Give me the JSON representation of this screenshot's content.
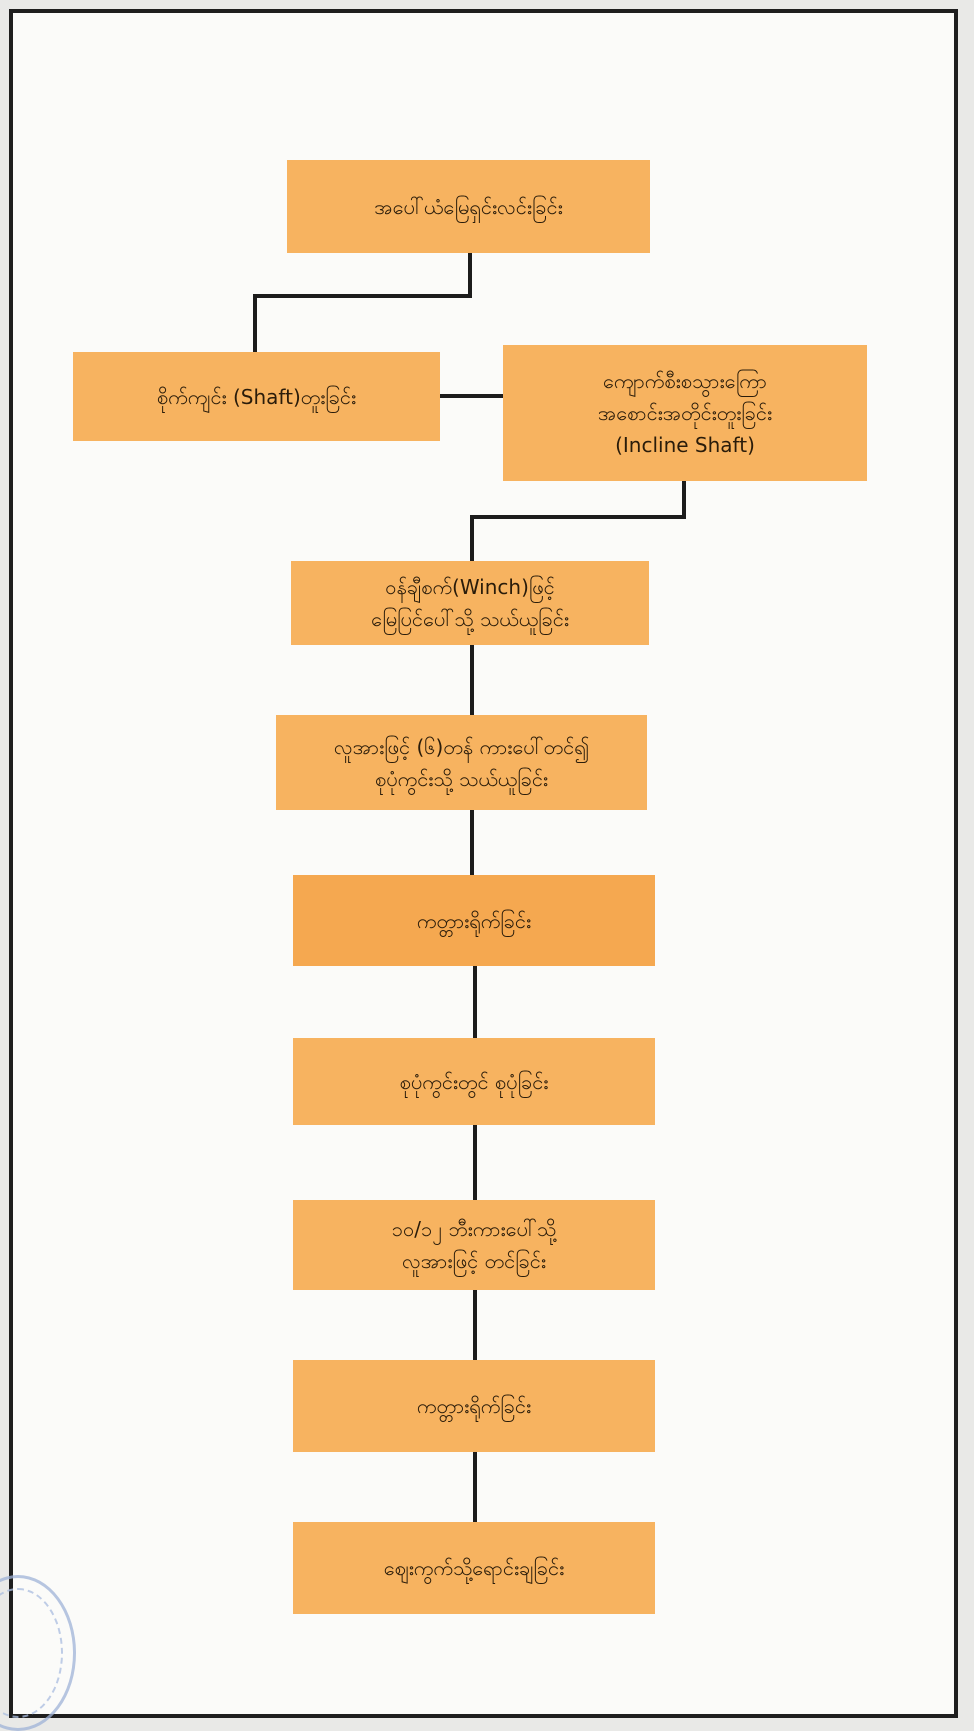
{
  "diagram": {
    "colors": {
      "box_fill": "#f7b360",
      "box_fill_dark": "#f5a850",
      "line": "#1c1c1c",
      "border": "#1e1e1e"
    },
    "nodes": [
      {
        "id": "n1",
        "text": "အပေါ်ယံမြေရှင်းလင်းခြင်း"
      },
      {
        "id": "n2",
        "text": "စိုက်ကျင်း (Shaft)တူးခြင်း"
      },
      {
        "id": "n3",
        "text": "ကျောက်စီးစသွားကြော\nအစောင်းအတိုင်းတူးခြင်း\n(Incline Shaft)"
      },
      {
        "id": "n4",
        "text": "ဝန်ချီစက်(Winch)ဖြင့်\nမြေပြင်ပေါ်သို့ သယ်ယူခြင်း"
      },
      {
        "id": "n5",
        "text": "လူအားဖြင့် (၆)တန် ကားပေါ်တင်၍\nစုပုံကွင်းသို့ သယ်ယူခြင်း"
      },
      {
        "id": "n6",
        "text": "ကတ္တားရိုက်ခြင်း"
      },
      {
        "id": "n7",
        "text": "စုပုံကွင်းတွင် စုပုံခြင်း"
      },
      {
        "id": "n8",
        "text": "၁၀/၁၂ ဘီးကားပေါ်သို့\nလူအားဖြင့် တင်ခြင်း"
      },
      {
        "id": "n9",
        "text": "ကတ္တားရိုက်ခြင်း"
      },
      {
        "id": "n10",
        "text": "ဈေးကွက်သို့ရောင်းချခြင်း"
      }
    ]
  }
}
